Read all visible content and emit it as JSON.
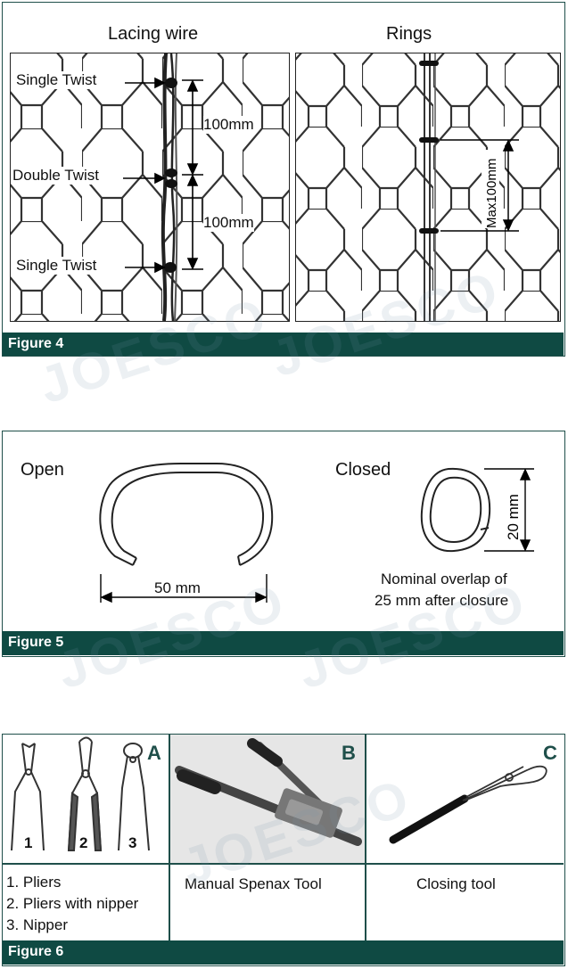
{
  "figure4": {
    "left_title": "Lacing wire",
    "right_title": "Rings",
    "label_single_twist_top": "Single Twist",
    "label_double_twist": "Double Twist",
    "label_single_twist_bottom": "Single Twist",
    "dim_upper": "100mm",
    "dim_lower": "100mm",
    "dim_rings": "Max100mm",
    "caption": "Figure 4"
  },
  "figure5": {
    "open_label": "Open",
    "closed_label": "Closed",
    "width_dim": "50 mm",
    "height_dim": "20 mm",
    "note_line1": "Nominal overlap of",
    "note_line2": "25 mm after closure",
    "caption": "Figure 5"
  },
  "figure6": {
    "cells": [
      {
        "letter": "A",
        "items": [
          "1. Pliers",
          "2. Pliers with nipper",
          "3. Nipper"
        ],
        "numbers": [
          "1",
          "2",
          "3"
        ]
      },
      {
        "letter": "B",
        "label": "Manual Spenax Tool"
      },
      {
        "letter": "C",
        "label": "Closing tool"
      }
    ],
    "caption": "Figure 6"
  },
  "watermark": "JOESCO"
}
